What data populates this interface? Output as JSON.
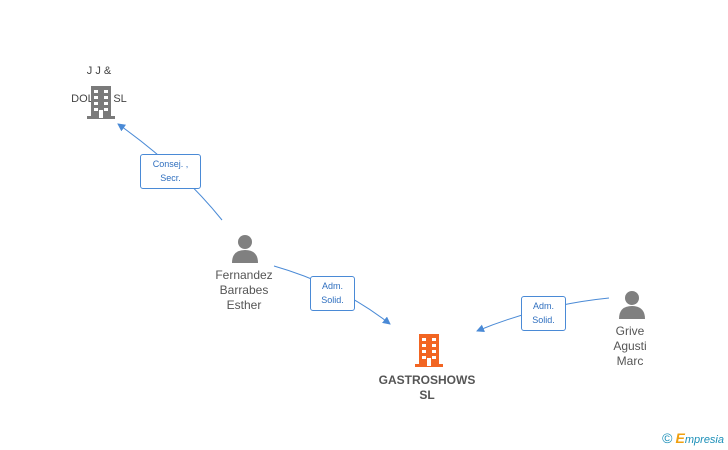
{
  "nodes": {
    "jj_dolme": {
      "line1": "J J &",
      "line2": "DOLME SL",
      "type": "company"
    },
    "fernandez": {
      "name": "Fernandez\nBarrabes\nEsther",
      "type": "person"
    },
    "gastroshows": {
      "name": "GASTROSHOWS\nSL",
      "type": "company-main"
    },
    "grive": {
      "name": "Grive\nAgusti\nMarc",
      "type": "person"
    }
  },
  "edges": [
    {
      "from": "fernandez",
      "to": "jj_dolme",
      "label_line1": "Consej. ,",
      "label_line2": "Secr."
    },
    {
      "from": "fernandez",
      "to": "gastroshows",
      "label_line1": "Adm.",
      "label_line2": "Solid."
    },
    {
      "from": "grive",
      "to": "gastroshows",
      "label_line1": "Adm.",
      "label_line2": "Solid."
    }
  ],
  "colors": {
    "edge": "#4a8ad6",
    "company_icon": "#7a7a7a",
    "main_company_icon": "#f26522",
    "person_icon": "#808080"
  },
  "brand": {
    "copyright": "©",
    "e": "E",
    "rest": "mpresia"
  }
}
